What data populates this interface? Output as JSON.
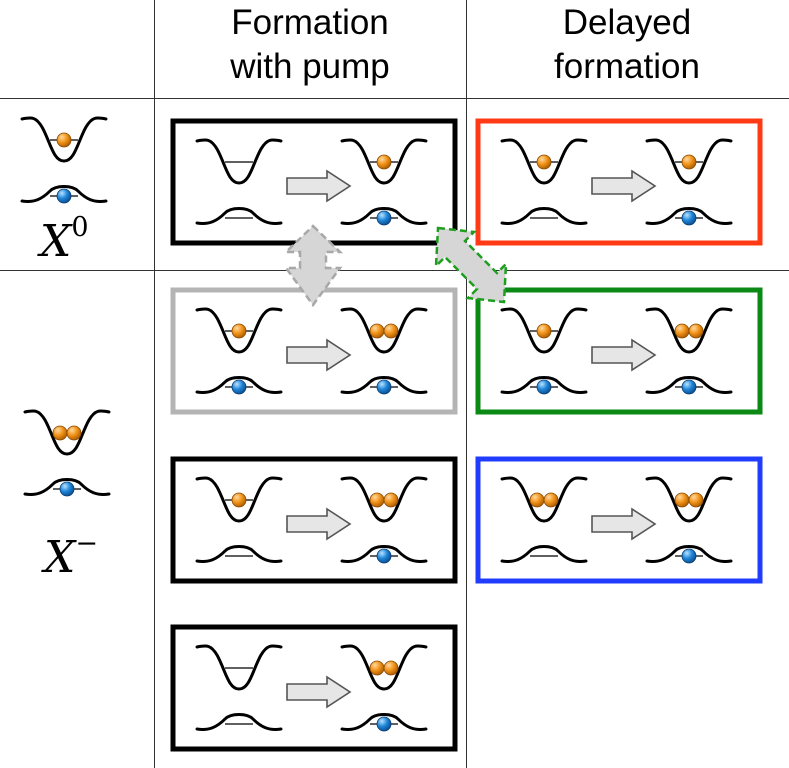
{
  "headers": {
    "col1_line1": "Formation",
    "col1_line2": "with pump",
    "col2_line1": "Delayed",
    "col2_line2": "formation"
  },
  "row_labels": {
    "neutral": {
      "base": "X",
      "sup": "0"
    },
    "charged": {
      "base": "X",
      "sup": "−"
    }
  },
  "colors": {
    "frame_black": "#000000",
    "frame_gray": "#b4b4b4",
    "frame_red": "#ff3a14",
    "frame_green": "#0a8a14",
    "frame_blue": "#1f3cff",
    "electron": "#f29318",
    "hole": "#1f86d9",
    "arrow_fill": "#e6e6e6",
    "arrow_stroke": "#555555",
    "dashed_green": "#1e9e1e",
    "dashed_gray": "#a8a8a8"
  },
  "icons": {
    "process_arrow": "right-arrow-icon",
    "gray_link": "vertical-double-arrow-icon",
    "green_link": "diagonal-double-arrow-icon"
  },
  "panels": [
    {
      "id": "pump-x0",
      "frame": "frame_black",
      "before": {
        "e": 0,
        "h": 0
      },
      "after": {
        "e": 1,
        "h": 1
      }
    },
    {
      "id": "pump-xm-1",
      "frame": "frame_gray",
      "before": {
        "e": 1,
        "h": 1
      },
      "after": {
        "e": 2,
        "h": 1
      }
    },
    {
      "id": "pump-xm-2",
      "frame": "frame_black",
      "before": {
        "e": 1,
        "h": 0
      },
      "after": {
        "e": 2,
        "h": 1
      }
    },
    {
      "id": "pump-xm-3",
      "frame": "frame_black",
      "before": {
        "e": 0,
        "h": 0
      },
      "after": {
        "e": 2,
        "h": 1
      }
    },
    {
      "id": "delayed-x0",
      "frame": "frame_red",
      "before": {
        "e": 1,
        "h": 0
      },
      "after": {
        "e": 1,
        "h": 1
      }
    },
    {
      "id": "delayed-xm-1",
      "frame": "frame_green",
      "before": {
        "e": 1,
        "h": 1
      },
      "after": {
        "e": 2,
        "h": 1
      }
    },
    {
      "id": "delayed-xm-2",
      "frame": "frame_blue",
      "before": {
        "e": 2,
        "h": 0
      },
      "after": {
        "e": 2,
        "h": 1
      }
    }
  ],
  "legend_icons": [
    {
      "id": "legend-x0",
      "e": 1,
      "h": 1
    },
    {
      "id": "legend-xm",
      "e": 2,
      "h": 1
    }
  ]
}
